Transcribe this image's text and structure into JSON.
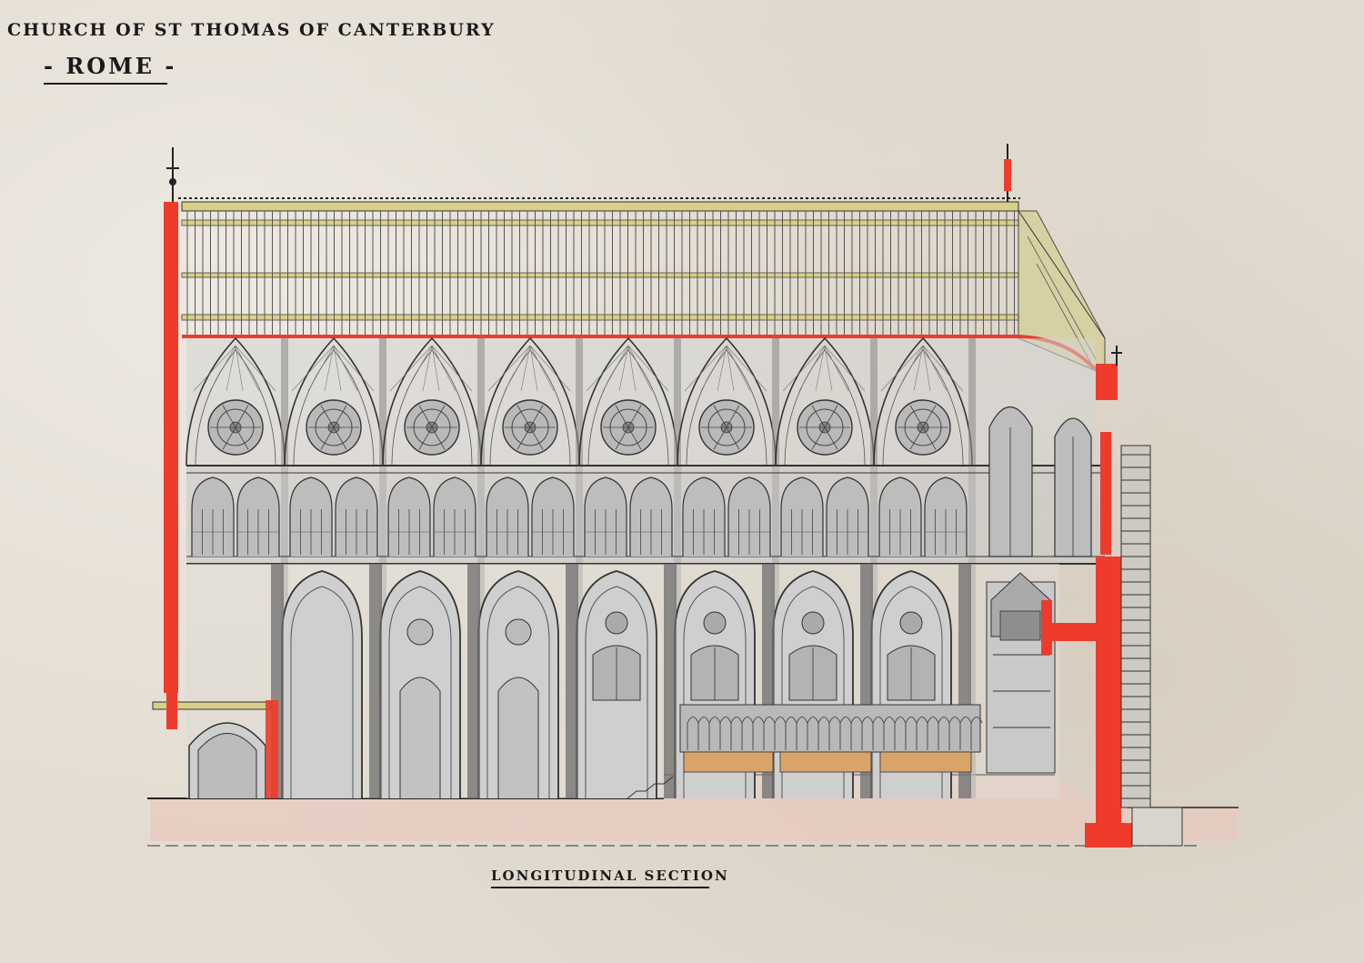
{
  "title": {
    "line1": "CHURCH OF ST THOMAS OF CANTERBURY",
    "line2": "- ROME -"
  },
  "caption": "LONGITUDINAL SECTION",
  "colors": {
    "paper": "#e3dcd1",
    "ink": "#2a2a2a",
    "section_red": "#ee3b2b",
    "roof_yellow": "#d9cf8a",
    "floor_pink": "#e8c9bf",
    "stall_orange": "#d9a46a",
    "wash_grey": "#c9c9c9"
  },
  "drawing": {
    "bays": 8,
    "lower_arcade_bays": 7
  }
}
